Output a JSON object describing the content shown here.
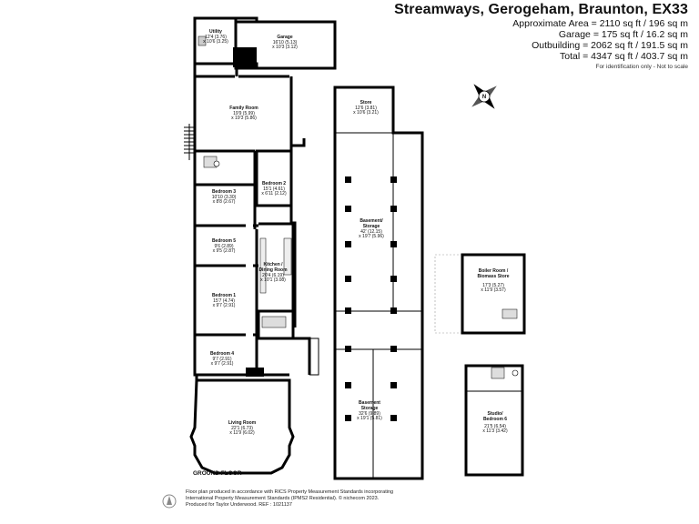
{
  "header": {
    "title": "Streamways, Gerogeham, Braunton, EX33",
    "area": "Approximate Area = 2110 sq ft / 196 sq m",
    "garage": "Garage = 175 sq ft / 16.2 sq m",
    "outbuilding": "Outbuilding = 2062 sq ft / 191.5 sq m",
    "total": "Total = 4347 sq ft / 403.7 sq m",
    "note": "For identification only - Not to scale"
  },
  "rooms": {
    "utility": {
      "name": "Utility",
      "l1": "12'4 (3.76)",
      "l2": "x 10'6 (3.25)"
    },
    "garage": {
      "name": "Garage",
      "l1": "16'10 (5.13)",
      "l2": "x 10'3 (3.12)"
    },
    "family": {
      "name": "Family Room",
      "l1": "19'9 (5.99)",
      "l2": "x 19'3 (5.86)"
    },
    "bed3": {
      "name": "Bedroom 3",
      "l1": "10'10 (3.30)",
      "l2": "x 8'8 (2.67)"
    },
    "bed2": {
      "name": "Bedroom 2",
      "l1": "15'1 (4.61)",
      "l2": "x 6'11 (2.12)"
    },
    "bed5": {
      "name": "Bedroom 5",
      "l1": "9'6 (2.89)",
      "l2": "x 9'5 (2.87)"
    },
    "kitchen": {
      "name": "Kitchen /",
      "name2": "Dining Room",
      "l1": "20'4 (6.19)",
      "l2": "x 10'1 (3.08)"
    },
    "bed1": {
      "name": "Bedroom 1",
      "l1": "15'7 (4.74)",
      "l2": "x 9'7 (2.91)"
    },
    "bed4": {
      "name": "Bedroom 4",
      "l1": "9'7 (2.91)",
      "l2": "x 9'7 (2.91)"
    },
    "living": {
      "name": "Living Room",
      "l1": "22'1 (6.73)",
      "l2": "x 11'9 (6.02)"
    },
    "store": {
      "name": "Store",
      "l1": "12'6 (3.81)",
      "l2": "x 10'6 (3.21)"
    },
    "basement1": {
      "name": "Basement/",
      "name2": "Storage",
      "l1": "42' (12.15)",
      "l2": "x 19'7 (5.96)"
    },
    "basement2": {
      "name": "Basement",
      "name2": "Storage",
      "l1": "32'6 (9.89)",
      "l2": "x 19'1 (5.81)"
    },
    "boiler": {
      "name": "Boiler Room /",
      "name2": "Biomass Store",
      "l1": "17'3 (5.27)",
      "l2": "x 11'9 (3.57)"
    },
    "studio": {
      "name": "Studio/",
      "name2": "Bedroom 6",
      "l1": "21'5 (6.54)",
      "l2": "x 11'3 (3.42)"
    }
  },
  "floor_label": "GROUND FLOOR",
  "footer": {
    "l1": "Floor plan produced in accordance with RICS Property Measurement Standards incorporating",
    "l2": "International Property Measurement Standards (IPMS2 Residential). © nichecom 2023.",
    "l3": "Produced for Taylor Underwood.   REF : 1021137"
  },
  "compass_letter": "N",
  "colors": {
    "wall": "#000000",
    "fill": "#ffffff",
    "fixture": "#cccccc"
  }
}
